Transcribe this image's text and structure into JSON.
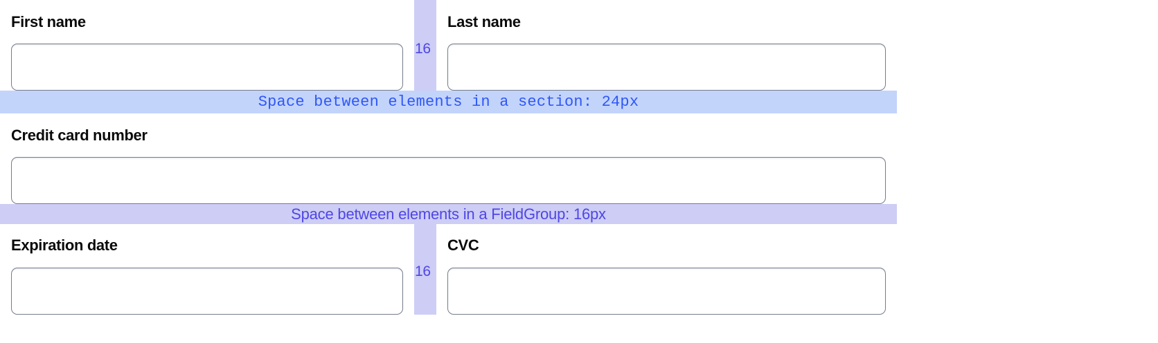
{
  "form": {
    "rows": [
      {
        "type": "split",
        "left": {
          "label": "First name",
          "value": "",
          "placeholder": ""
        },
        "gap": {
          "label": "16"
        },
        "right": {
          "label": "Last name",
          "value": "",
          "placeholder": ""
        }
      },
      {
        "type": "annotation",
        "style": "section",
        "text": "Space between elements in a section: 24px"
      },
      {
        "type": "full",
        "field": {
          "label": "Credit card number",
          "value": "",
          "placeholder": ""
        }
      },
      {
        "type": "annotation",
        "style": "fieldgroup",
        "text": "Space between elements in a FieldGroup: 16px"
      },
      {
        "type": "split",
        "left": {
          "label": "Expiration date",
          "value": "",
          "placeholder": ""
        },
        "gap": {
          "label": "16"
        },
        "right": {
          "label": "CVC",
          "value": "",
          "placeholder": ""
        }
      }
    ]
  },
  "colors": {
    "section_band_bg": "#c3d4fb",
    "section_band_text": "#2f57f5",
    "fieldgroup_band_bg": "#cdcdf5",
    "fieldgroup_band_text": "#4f46e5",
    "gutter_bg": "#cdcdf5",
    "gutter_text": "#4f46e5",
    "input_border": "#757c8a",
    "label_text": "#0a0a0a",
    "page_bg": "#ffffff"
  }
}
